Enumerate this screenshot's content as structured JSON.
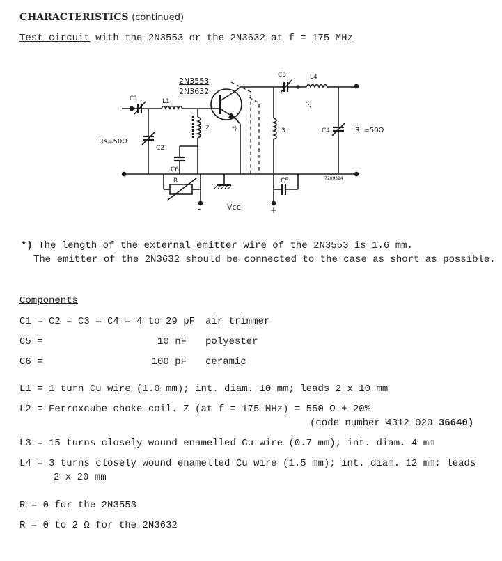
{
  "header": {
    "title": "CHARACTERISTICS",
    "continued": "(continued)",
    "test_circuit_underlined": "Test circuit",
    "test_circuit_rest": " with the 2N3553 or the 2N3632 at f = 175 MHz"
  },
  "schematic": {
    "transistor_label_1": "2N3553",
    "transistor_label_2": "2N3632",
    "c1": "C1",
    "c2": "C2",
    "c3": "C3",
    "c4": "C4",
    "c5": "C5",
    "c6": "C6",
    "l1": "L1",
    "l2": "L2",
    "l3": "L3",
    "l4": "L4",
    "r": "R",
    "rs": "Rs=50Ω",
    "rl": "RL=50Ω",
    "emitter_mark": "*)",
    "vcc": "Vcc",
    "minus": "-",
    "plus": "+",
    "drawing_number": "7209524"
  },
  "footnote": {
    "marker": "*)",
    "line1": " The length of the external emitter wire of the 2N3553 is 1.6 mm.",
    "line2": "The emitter of the 2N3632 should be connected to the case as short as possible."
  },
  "components": {
    "heading": "Components",
    "caps": [
      {
        "name": "C1 = C2 = C3 = C4 = 4 to 29 pF",
        "value": "",
        "type": "air trimmer"
      },
      {
        "name": "C5 =",
        "value": "10 nF",
        "type": "polyester"
      },
      {
        "name": "C6 =",
        "value": "100 pF",
        "type": "ceramic"
      }
    ],
    "l1": "L1 =  1 turn Cu wire (1.0 mm); int. diam. 10 mm; leads 2 x 10 mm",
    "l2": "L2 = Ferroxcube choke coil. Z (at f = 175 MHz) = 550 Ω ± 20%",
    "l2_code_prefix": "(code number 4312 020 ",
    "l2_code_bold": "36640)",
    "l3": "L3 = 15 turns closely wound enamelled Cu wire (0.7 mm); int. diam.  4 mm",
    "l4_line1": "L4 =  3 turns closely wound enamelled Cu wire (1.5 mm); int. diam. 12 mm; leads",
    "l4_line2": "2 x 20 mm",
    "r1": "R   =  0 for the 2N3553",
    "r2": "R   =  0 to 2 Ω for the 2N3632"
  }
}
